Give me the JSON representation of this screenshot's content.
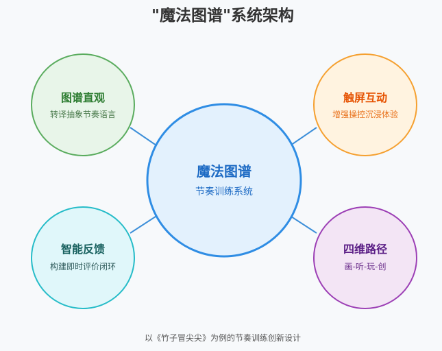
{
  "title": "\"魔法图谱\"系统架构",
  "center": {
    "title": "魔法图谱",
    "subtitle": "节奏训练系统",
    "stroke": "#2f8de4",
    "fill": "#e3f1fd",
    "color": "#1e6bc4"
  },
  "nodes": [
    {
      "title": "图谱直观",
      "subtitle": "转译抽象节奏语言",
      "stroke": "#5aac5e",
      "fill": "#e8f5e9",
      "title_color": "#2e7d32",
      "sub_color": "#4a7a4c"
    },
    {
      "title": "触屏互动",
      "subtitle": "增强操控沉浸体验",
      "stroke": "#f5a030",
      "fill": "#fff3e0",
      "title_color": "#e65100",
      "sub_color": "#e8701a"
    },
    {
      "title": "智能反馈",
      "subtitle": "构建即时评价闭环",
      "stroke": "#26bcc8",
      "fill": "#e0f7fa",
      "title_color": "#17605e",
      "sub_color": "#2f5b5b"
    },
    {
      "title": "四维路径",
      "subtitle": "画-听-玩-创",
      "stroke": "#9c3fb5",
      "fill": "#f3e5f5",
      "title_color": "#5b1f86",
      "sub_color": "#6a2d8a"
    }
  ],
  "connector_color": "#3d8fd9",
  "footer": "以《竹子冒尖尖》为例的节奏训练创新设计"
}
